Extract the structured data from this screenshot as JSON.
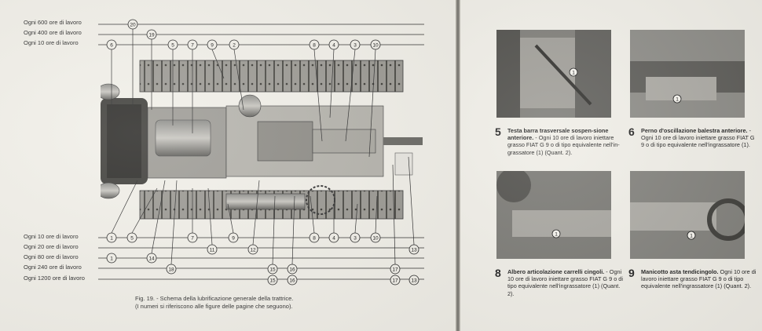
{
  "left_page": {
    "top_intervals": [
      "Ogni 600 ore di lavoro",
      "Ogni 400 ore di lavoro",
      "Ogni 10 ore di lavoro"
    ],
    "bottom_intervals": [
      "Ogni 10 ore di lavoro",
      "Ogni 20 ore di lavoro",
      "Ogni 80 ore di lavoro",
      "Ogni 240 ore di lavoro",
      "Ogni 1200 ore di lavoro"
    ],
    "point_numbers": {
      "top_row0": [
        "20"
      ],
      "top_row1": [
        "19"
      ],
      "top_row2": [
        "6",
        "5",
        "7",
        "9",
        "2",
        "8",
        "4",
        "3",
        "10"
      ],
      "bottom_row0": [
        "1",
        "5",
        "7",
        "9",
        "8",
        "4",
        "3",
        "10"
      ],
      "bottom_row1": [
        "11",
        "12",
        "13"
      ],
      "bottom_row2": [
        "1",
        "14"
      ],
      "bottom_row3": [
        "18",
        "15",
        "16",
        "17"
      ],
      "bottom_row4": [
        "15",
        "16",
        "17",
        "13"
      ]
    },
    "caption_line1": "Fig. 19. - Schema della lubrificazione generale della trattrice.",
    "caption_line2": "(I numeri si riferiscono alle figure delle pagine che seguono)."
  },
  "right_page": {
    "items": [
      {
        "num": "5",
        "title": "Testa barra trasversale sospen-sione anteriore.",
        "text": " - Ogni 10 ore di lavoro iniettare grasso FIAT G 9 o di tipo equivalente nell'in-grassatore (1) (Quant. 2)."
      },
      {
        "num": "6",
        "title": "Perno d'oscillazione balestra anteriore.",
        "text": " - Ogni 10 ore di lavoro iniettare grasso FIAT G 9 o di tipo equivalente nell'ingrassatore (1)."
      },
      {
        "num": "8",
        "title": "Albero articolazione carrelli cingoli.",
        "text": " - Ogni 10 ore di lavoro iniettare grasso FIAT G 9 o di tipo equivalente nell'ingrassatore (1) (Quant. 2)."
      },
      {
        "num": "9",
        "title": "Manicotto asta tendicingolo.",
        "text": " Ogni 10 ore di lavoro iniettare grasso FIAT G 9 o di tipo equivalente nell'ingrassatore (1) (Quant. 2)."
      }
    ],
    "photo_callout": "1"
  }
}
